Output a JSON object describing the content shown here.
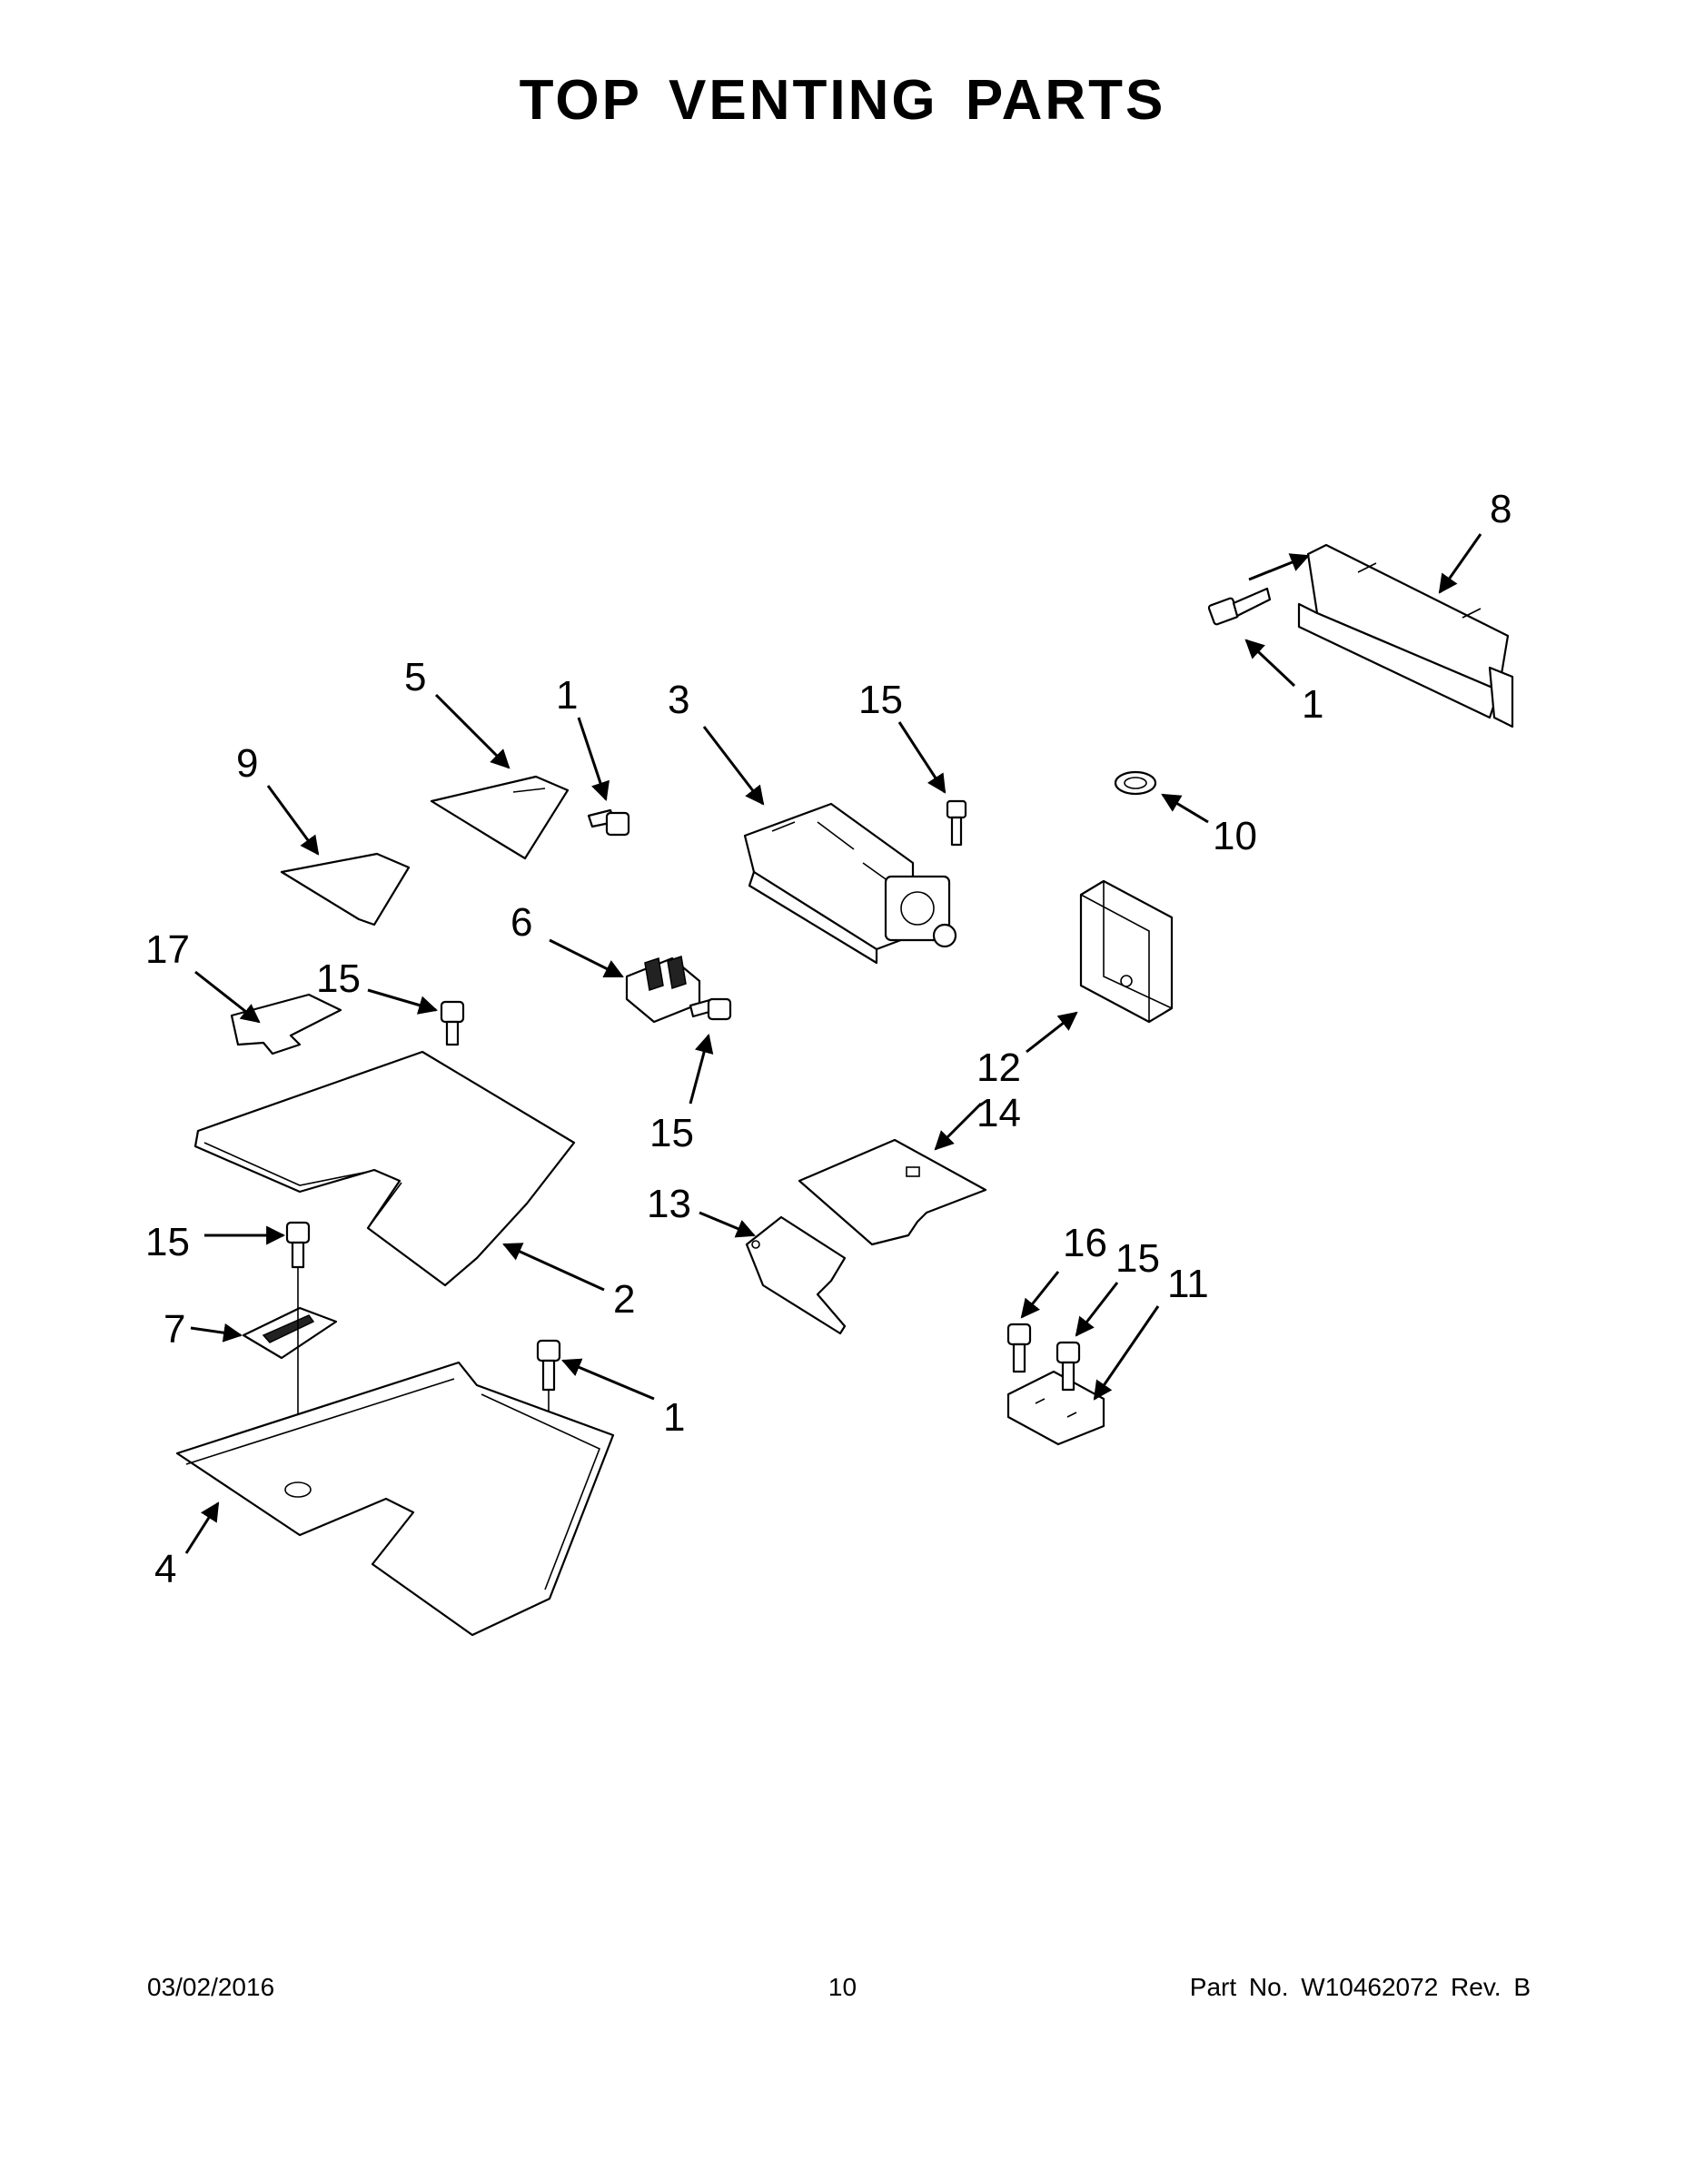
{
  "title": "TOP VENTING PARTS",
  "callouts": [
    {
      "id": "c8",
      "label": "8"
    },
    {
      "id": "c1a",
      "label": "1"
    },
    {
      "id": "c5",
      "label": "5"
    },
    {
      "id": "c1b",
      "label": "1"
    },
    {
      "id": "c3",
      "label": "3"
    },
    {
      "id": "c15a",
      "label": "15"
    },
    {
      "id": "c9",
      "label": "9"
    },
    {
      "id": "c10",
      "label": "10"
    },
    {
      "id": "c6",
      "label": "6"
    },
    {
      "id": "c17",
      "label": "17"
    },
    {
      "id": "c15b",
      "label": "15"
    },
    {
      "id": "c12",
      "label": "12"
    },
    {
      "id": "c14",
      "label": "14"
    },
    {
      "id": "c15c",
      "label": "15"
    },
    {
      "id": "c13",
      "label": "13"
    },
    {
      "id": "c15d",
      "label": "15"
    },
    {
      "id": "c2",
      "label": "2"
    },
    {
      "id": "c16",
      "label": "16"
    },
    {
      "id": "c15e",
      "label": "15"
    },
    {
      "id": "c11",
      "label": "11"
    },
    {
      "id": "c7",
      "label": "7"
    },
    {
      "id": "c1c",
      "label": "1"
    },
    {
      "id": "c4",
      "label": "4"
    }
  ],
  "footer": {
    "date": "03/02/2016",
    "page": "10",
    "part_no": "Part No.  W10462072  Rev.  B"
  }
}
